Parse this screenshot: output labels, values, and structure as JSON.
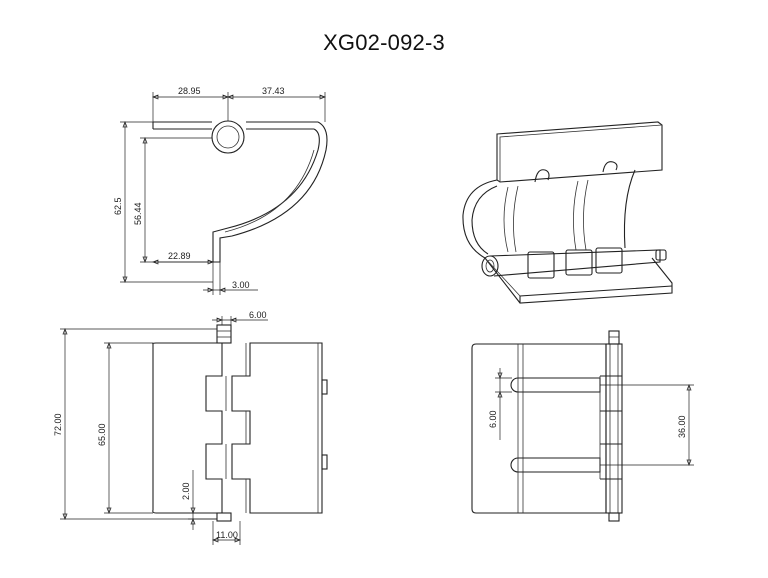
{
  "title": "XG02-092-3",
  "dimensions": {
    "top_left_a": "28.95",
    "top_right_b": "37.43",
    "height_outer": "62.5",
    "height_inner": "56.44",
    "inner_width": "22.89",
    "thickness": "3.00",
    "pin_offset": "6.00",
    "total_height": "72.00",
    "leaf_height": "65.00",
    "gap": "2.00",
    "pin_width": "11.00",
    "slot_width": "6.00",
    "slot_spacing": "36.00"
  },
  "colors": {
    "stroke": "#222222",
    "background": "#ffffff"
  }
}
